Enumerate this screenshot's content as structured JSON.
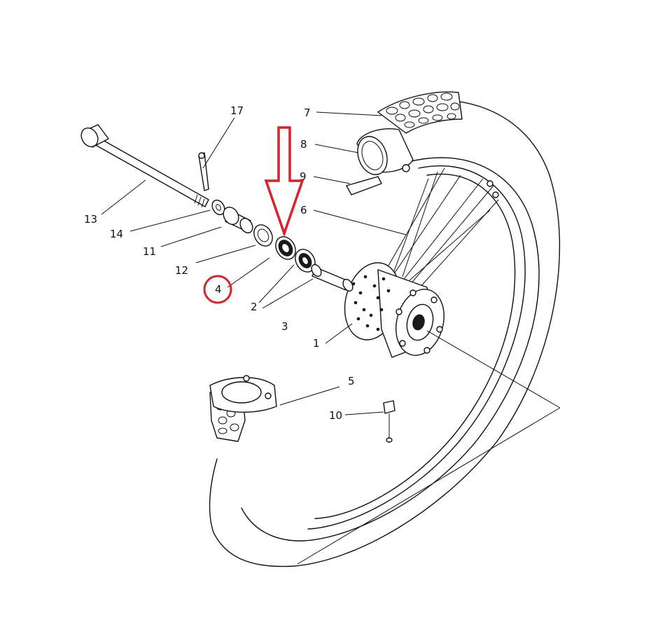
{
  "diagram": {
    "labels": [
      {
        "id": "p1",
        "text": "1"
      },
      {
        "id": "p2",
        "text": "2"
      },
      {
        "id": "p3",
        "text": "3"
      },
      {
        "id": "p4",
        "text": "4"
      },
      {
        "id": "p5",
        "text": "5"
      },
      {
        "id": "p6",
        "text": "6"
      },
      {
        "id": "p7",
        "text": "7"
      },
      {
        "id": "p8",
        "text": "8"
      },
      {
        "id": "p9",
        "text": "9"
      },
      {
        "id": "p10",
        "text": "10"
      },
      {
        "id": "p11",
        "text": "11"
      },
      {
        "id": "p12",
        "text": "12"
      },
      {
        "id": "p13",
        "text": "13"
      },
      {
        "id": "p14",
        "text": "14"
      },
      {
        "id": "p17",
        "text": "17"
      }
    ],
    "highlight": {
      "color": "#d8232a",
      "arrow_target_part": "4",
      "circled_label": "4"
    }
  }
}
